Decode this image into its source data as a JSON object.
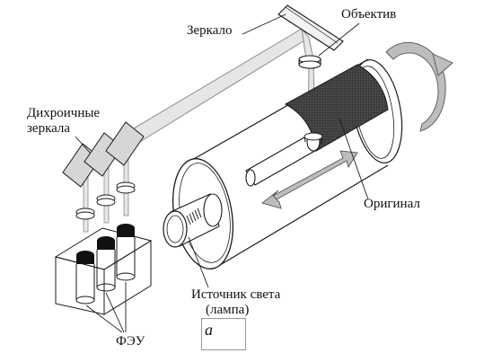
{
  "labels": {
    "mirror": "Зеркало",
    "objective": "Объектив",
    "dichroic_line1": "Дихроичные",
    "dichroic_line2": "зеркала",
    "original": "Оригинал",
    "light_source_line1": "Источник света",
    "light_source_line2": "(лампа)",
    "pmt": "ФЭУ",
    "panel_letter": "а"
  },
  "colors": {
    "line": "#1a1a1a",
    "beam_fill": "#e6e6e6",
    "beam_stroke": "#8c8c8c",
    "original_fill": "#3b3b3b",
    "arrow_fill": "#bdbdbd",
    "pmt_cap": "#111111"
  },
  "icons": {
    "rotation": "curved-rotation-arrow",
    "translation": "double-headed-arrow"
  }
}
